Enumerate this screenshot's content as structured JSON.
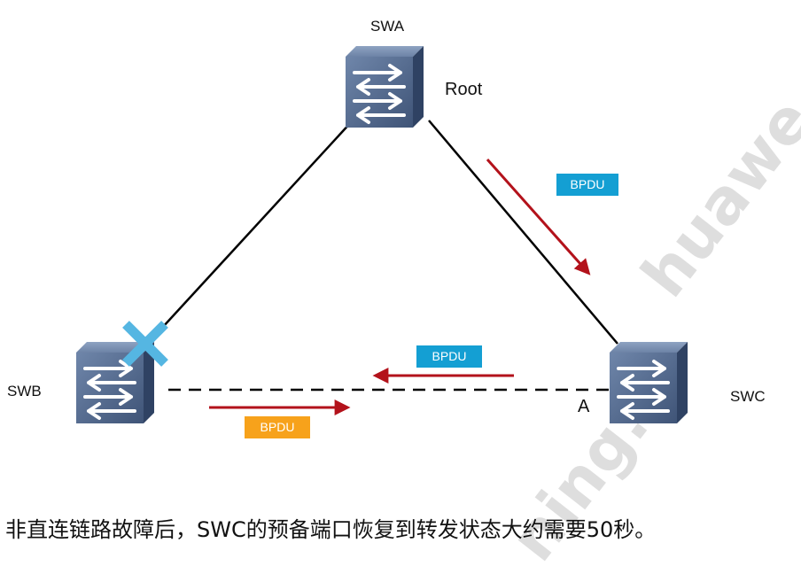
{
  "nodes": {
    "swa": {
      "label": "SWA",
      "role": "Root"
    },
    "swb": {
      "label": "SWB"
    },
    "swc": {
      "label": "SWC",
      "port": "A"
    }
  },
  "messages": {
    "top": "BPDU",
    "middle": "BPDU",
    "bottom": "BPDU"
  },
  "colors": {
    "badge_blue": "#149fd3",
    "badge_orange": "#f7a21b",
    "arrow_red": "#b3121b",
    "fault_cross": "#55b6e2",
    "switch_body": "#4a5f82"
  },
  "caption": "非直连链路故障后，SWC的预备端口恢复到转发状态大约需要50秒。",
  "watermark": [
    "huawe",
    "ning."
  ]
}
